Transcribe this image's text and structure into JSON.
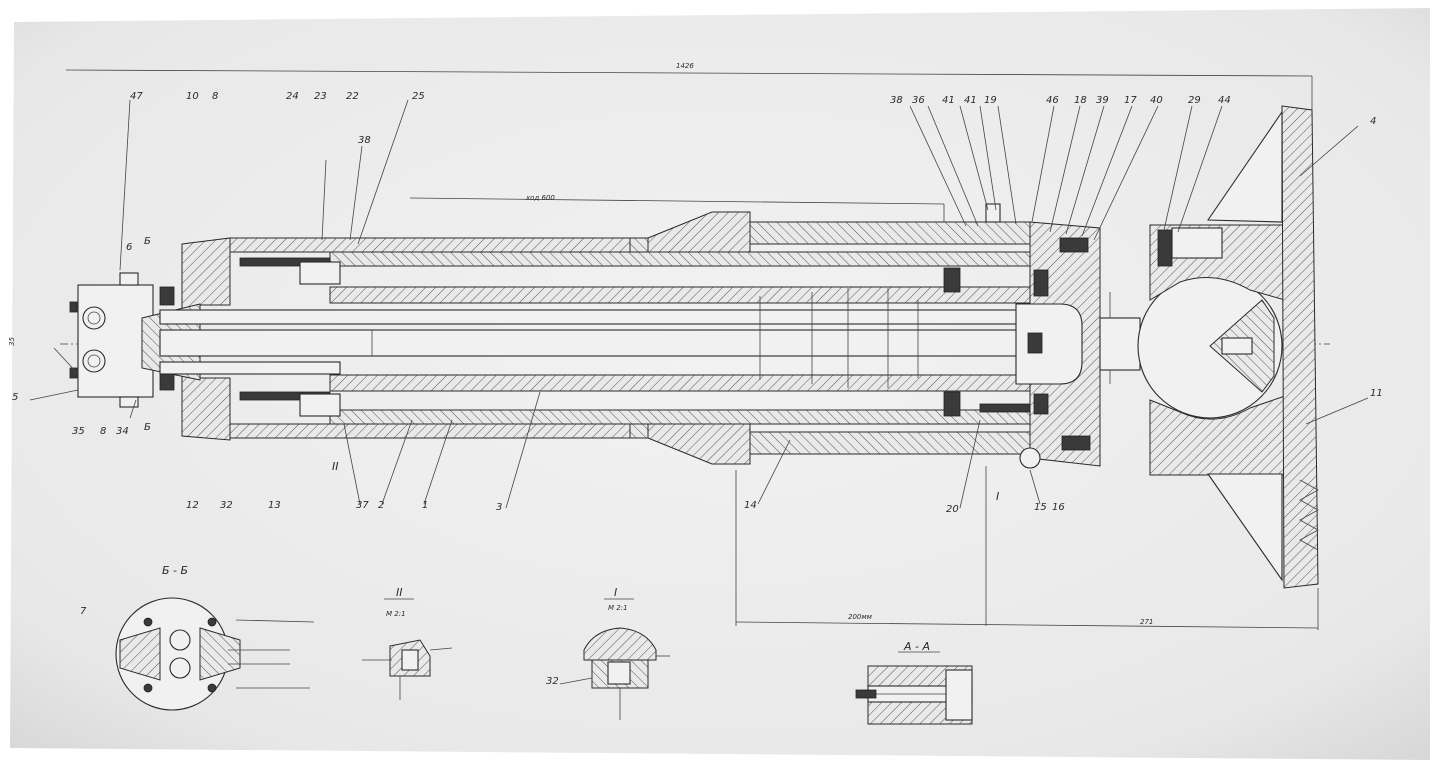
{
  "drawing": {
    "dimensions": {
      "overall": "1426",
      "stroke": "ход 600",
      "bottom_left": "200мм",
      "bottom_right": "271"
    },
    "labels_top": [
      "47",
      "10",
      "8",
      "24",
      "23",
      "22",
      "25",
      "38",
      "38",
      "36",
      "41",
      "41",
      "19",
      "46",
      "18",
      "39",
      "17",
      "40",
      "29",
      "44",
      "4"
    ],
    "labels_left": [
      "6",
      "Б",
      "35",
      "5",
      "35",
      "8",
      "34",
      "Б"
    ],
    "labels_bottom": [
      "II",
      "12",
      "32",
      "13",
      "37",
      "2",
      "1",
      "3",
      "14",
      "20",
      "I",
      "15",
      "16",
      "11"
    ],
    "detail_views": {
      "section_bb": {
        "title": "Б - Б",
        "ref": "7"
      },
      "detail_ii": {
        "title": "II",
        "scale": "М 2:1"
      },
      "detail_i": {
        "title": "I",
        "scale": "М 2:1",
        "ref": "32"
      },
      "section_aa": {
        "title": "А - А"
      }
    }
  }
}
